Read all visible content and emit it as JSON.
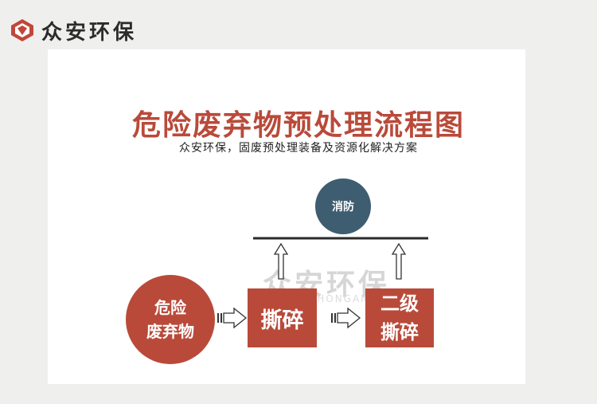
{
  "brand": {
    "name": "众安环保"
  },
  "diagram": {
    "title": "危险废弃物预处理流程图",
    "subtitle": "众安环保，固废预处理装备及资源化解决方案",
    "nodes": {
      "fire_protection": "消防",
      "hazardous_waste_line1": "危险",
      "hazardous_waste_line2": "废弃物",
      "shredding": "撕碎",
      "secondary_shredding_line1": "二级",
      "secondary_shredding_line2": "撕碎"
    },
    "watermark": {
      "text": "众安环保",
      "sub": "ZHONGAN"
    }
  },
  "colors": {
    "accent_red": "#b94a3a",
    "slate_blue": "#3f5d70"
  }
}
